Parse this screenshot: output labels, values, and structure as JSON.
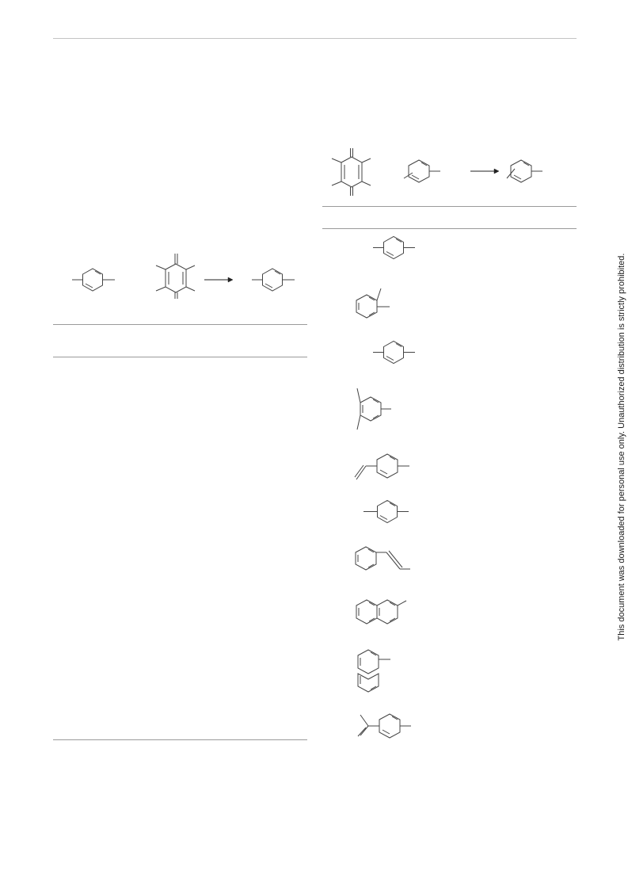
{
  "watermark": "This document was downloaded for personal use only. Unauthorized distribution is strictly prohibited.",
  "colors": {
    "rule": "#9a9a9a",
    "bond": "#444444",
    "text": "#1a1a1a"
  },
  "left_scheme": {
    "reactant_1": "p-xylene",
    "reactant_2": "tetramethyl-dimethylene-cyclohexadiene",
    "product": "p-xylene"
  },
  "right_scheme": {
    "reactant_1": "tetramethyl-dimethylene-cyclohexadiene",
    "reactant_2": "methylarene",
    "product": "methylarene"
  },
  "substrates": [
    "p-xylene",
    "o-xylene",
    "p-xylene",
    "mesitylene",
    "p-methylstyrene",
    "p-xylene",
    "beta-methylstyrene",
    "2-methylnaphthalene",
    "1-methylnaphthalene",
    "p-isopropenyltoluene"
  ]
}
